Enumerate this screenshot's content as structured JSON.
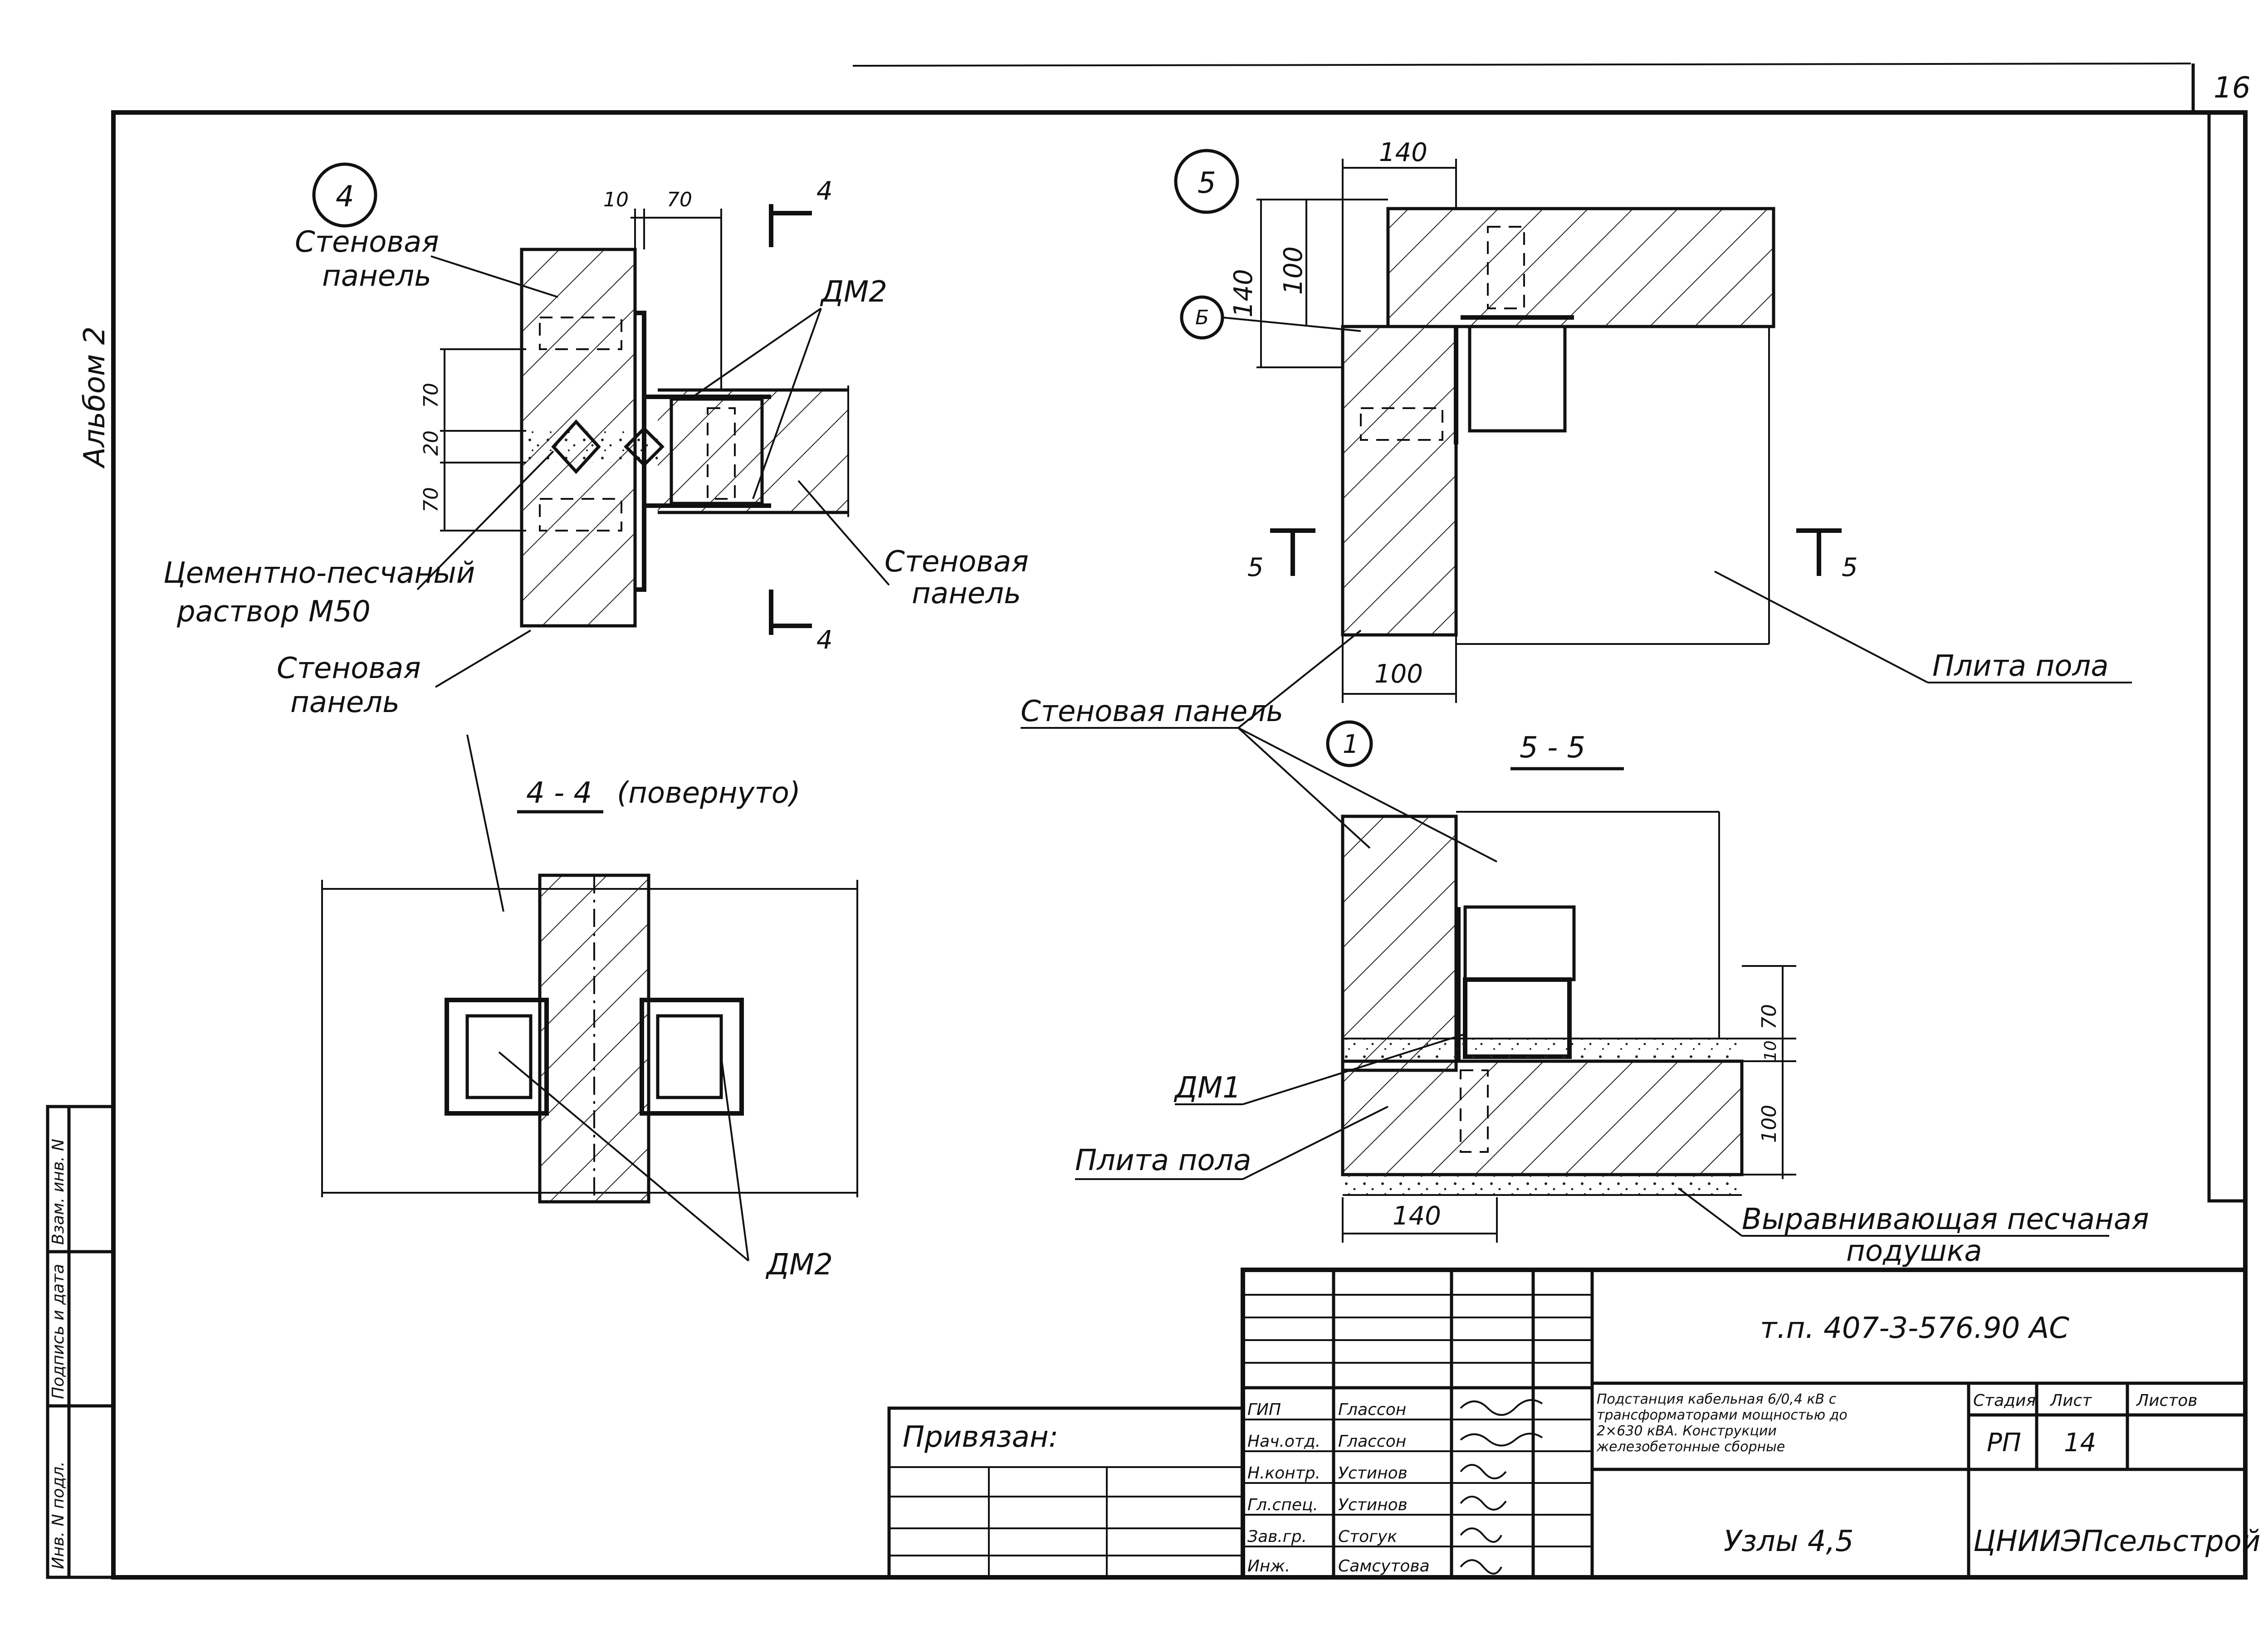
{
  "sheet": {
    "page_number": "16",
    "album_label": "Альбом 2",
    "left_stamp": [
      "Инв. N подл.",
      "Подпись и дата",
      "Взам. инв. N"
    ]
  },
  "node4": {
    "marker": "4",
    "labels": {
      "wall_panel_top": [
        "Стеновая",
        "панель"
      ],
      "dm2": "ДМ2",
      "mortar": [
        "Цементно-песчаный",
        "раствор М50"
      ],
      "wall_panel_right": [
        "Стеновая",
        "панель"
      ],
      "wall_panel_left": [
        "Стеновая",
        "панель"
      ]
    },
    "dims": {
      "d10": "10",
      "d70": "70",
      "v70a": "70",
      "v20": "20",
      "v70b": "70"
    },
    "section_marks": [
      "4",
      "4"
    ]
  },
  "section44": {
    "title": "4 - 4",
    "title_note": "(повернуто)",
    "dm2": "ДМ2"
  },
  "node5": {
    "marker": "5",
    "sub_marker": "Б",
    "dims": {
      "d140_top": "140",
      "d140_side": "140",
      "d100_side": "100",
      "d100_bottom": "100"
    },
    "section_marks": [
      "5",
      "5"
    ],
    "floor_slab": "Плита пола",
    "wall_panel": "Стеновая панель",
    "axis_marker": "1"
  },
  "section55": {
    "title": "5 - 5",
    "dims": {
      "d10": "10",
      "d70": "70",
      "d100": "100",
      "d140": "140"
    },
    "dm1": "ДМ1",
    "floor_slab": "Плита пола",
    "sand_cushion": [
      "Выравнивающая песчаная",
      "подушка"
    ]
  },
  "title_block": {
    "project_code": "т.п. 407-3-576.90 АС",
    "bound": "Привязан:",
    "roles": [
      "ГИП",
      "Нач.отд.",
      "Н.контр.",
      "Гл.спец.",
      "Зав.гр.",
      "Инж."
    ],
    "names": [
      "Глассон",
      "Глассон",
      "Устинов",
      "Устинов",
      "Стогук",
      "Самсутова"
    ],
    "description": [
      "Подстанция кабельная 6/0,4 кВ с",
      "трансформаторами мощностью до",
      "2×630 кВА. Конструкции",
      "железобетонные сборные"
    ],
    "sheet_name": "Узлы 4,5",
    "stage_header": "Стадия",
    "sheet_header": "Лист",
    "sheets_header": "Листов",
    "stage": "РП",
    "sheet_no": "14",
    "organization": "ЦНИИЭПсельстрой"
  }
}
